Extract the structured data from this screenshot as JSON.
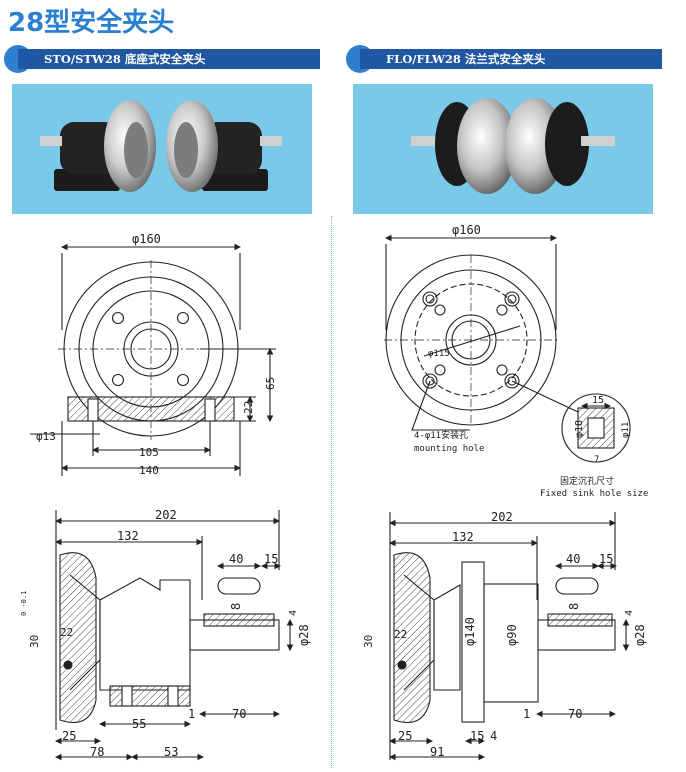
{
  "title": "28型安全夹头",
  "left": {
    "header": "STO/STW28 底座式安全夹头",
    "front_view": {
      "dim_diameter": "φ160",
      "dim_height": "65",
      "dim_base": "22",
      "dim_hole": "φ13",
      "dim_holes": "105",
      "dim_width": "140"
    },
    "side_view": {
      "dim_total": "202",
      "dim_132": "132",
      "dim_40": "40",
      "dim_15": "15",
      "dim_key": "8",
      "dim_4": "4",
      "dim_shaft": "φ28",
      "dim_bore_a": "22",
      "dim_bore_b": "30",
      "dim_tol": "0\n-0.1",
      "dim_1": "1",
      "dim_70": "70",
      "dim_55": "55",
      "dim_25": "25",
      "dim_78": "78",
      "dim_53": "53"
    }
  },
  "right": {
    "header": "FLO/FLW28 法兰式安全夹头",
    "front_view": {
      "dim_diameter": "φ160",
      "dim_pcd": "φ115",
      "note_cn": "4-φ11安装孔",
      "note_en": "mounting hole",
      "detail_15": "15",
      "detail_18": "φ18",
      "detail_11": "φ11",
      "detail_7": "7",
      "detail_cn": "固定沉孔尺寸",
      "detail_en": "Fixed sink hole size"
    },
    "side_view": {
      "dim_total": "202",
      "dim_132": "132",
      "dim_40": "40",
      "dim_15": "15",
      "dim_key": "8",
      "dim_4": "4",
      "dim_shaft": "φ28",
      "dim_bore_a": "22",
      "dim_bore_b": "30",
      "dim_140": "φ140",
      "dim_90": "φ90",
      "dim_1": "1",
      "dim_70": "70",
      "dim_25": "25",
      "dim_15b": "15",
      "dim_4b": "4",
      "dim_91": "91"
    }
  },
  "colors": {
    "title": "#2b7fd1",
    "header_bar": "#1f57a3",
    "photo_bg": "#79c9e9",
    "hatch": "#333333"
  }
}
